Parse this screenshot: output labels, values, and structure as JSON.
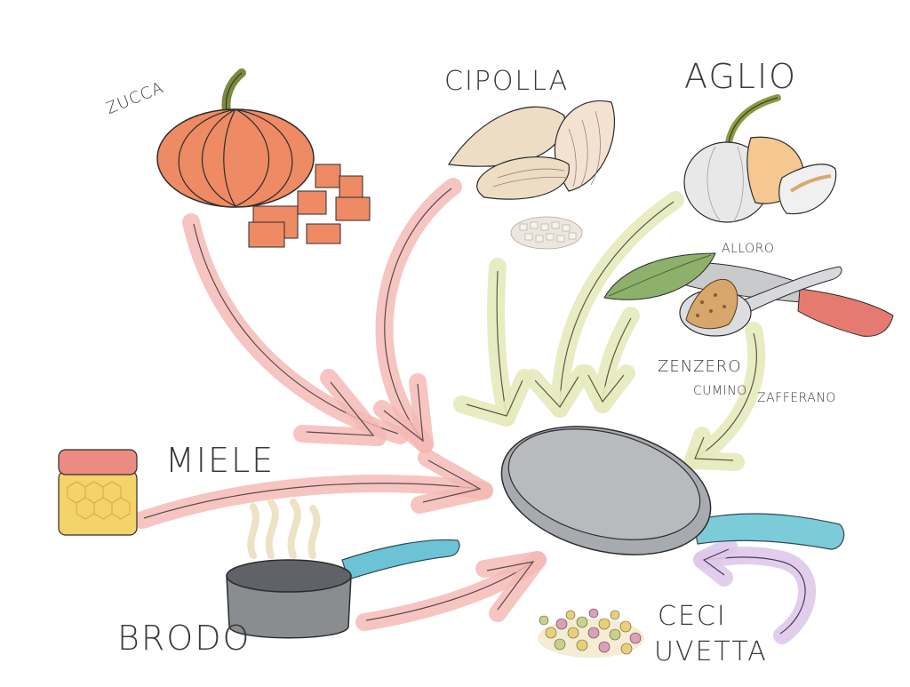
{
  "labels": {
    "zucca": "ZUCCA",
    "cipolla": "CIPOLLA",
    "aglio": "AGLIO",
    "alloro": "ALLORO",
    "zenzero": "ZENZERO",
    "cumino": "CUMINO",
    "zafferano": "ZAFFERANO",
    "miele": "MIELE",
    "brodo": "BRODO",
    "ceci": "CECI",
    "uvetta": "UVETTA"
  },
  "colors": {
    "arrow_red": "#f2a9a6",
    "arrow_green": "#e3e8b6",
    "arrow_purple": "#d9c2e6",
    "pumpkin": "#ee8a64",
    "pan_gray": "#b9bcbf",
    "handle_blue": "#6cc3d5",
    "knife_red": "#e36f67",
    "honey": "#f5d36b",
    "lid_pink": "#ec8b84"
  }
}
